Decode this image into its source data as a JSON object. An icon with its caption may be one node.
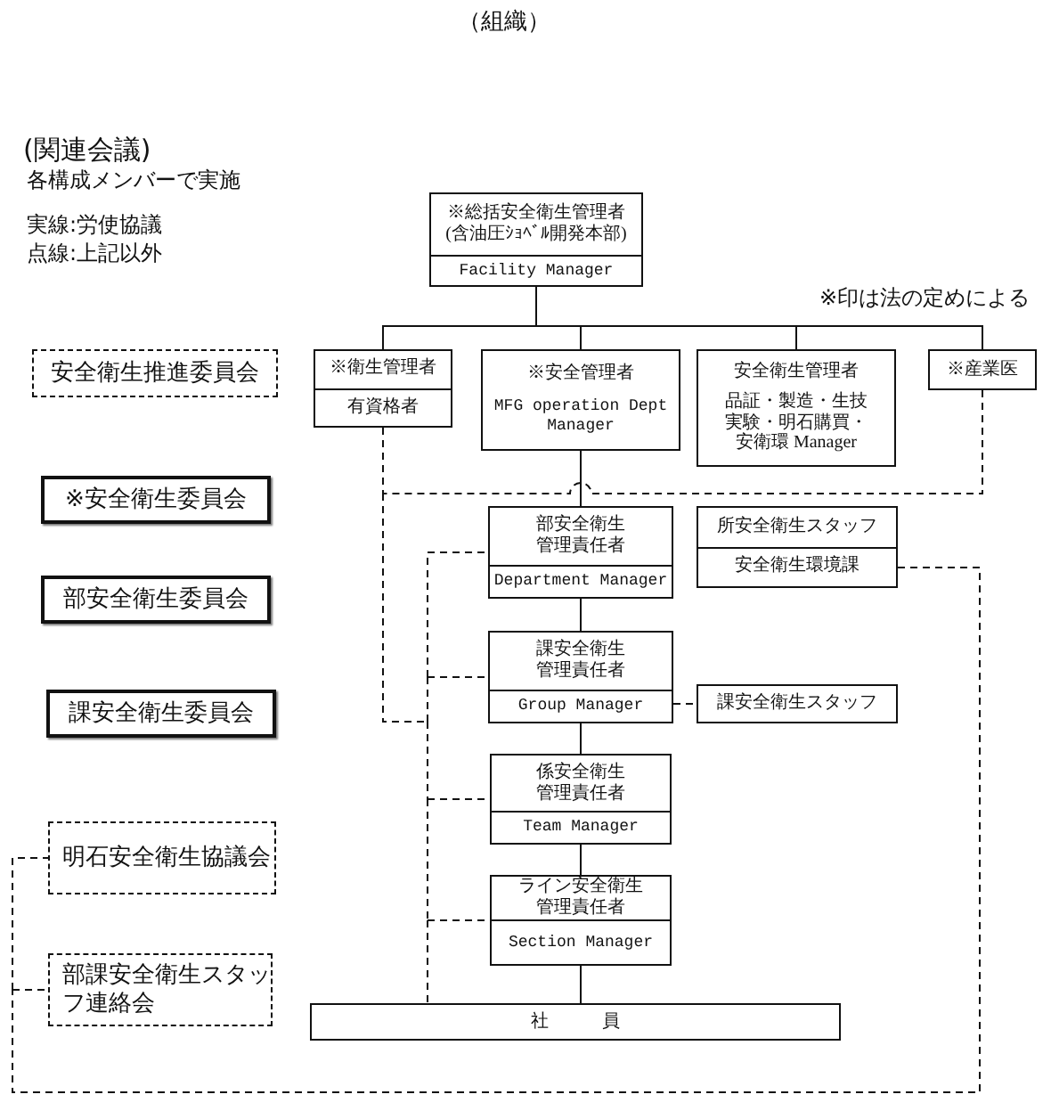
{
  "diagram": {
    "title": "（組織）",
    "nodes": [
      {
        "text": [
          "※総括安全衛生管理者",
          "(含油圧ｼｮﾍﾞﾙ開発本部)",
          "Facility Manager"
        ]
      },
      {
        "text": [
          "安全衛生推進委員会"
        ]
      },
      {
        "text": [
          "※衛生管理者",
          "有資格者"
        ]
      },
      {
        "text": [
          "※安全管理者",
          "MFG operation Dept Manager"
        ]
      },
      {
        "text": [
          "安全衛生管理者",
          "品証・製造・生技実験・明石購買・安衛環 Manager"
        ]
      },
      {
        "text": [
          "※産業医"
        ]
      },
      {
        "text": [
          "※安全衛生委員会"
        ]
      },
      {
        "text": [
          "部安全衛生管理責任者",
          "Department Manager"
        ]
      },
      {
        "text": [
          "所安全衛生スタッフ",
          "安全衛生環境課"
        ]
      },
      {
        "text": [
          "部安全衛生委員会"
        ]
      },
      {
        "text": [
          "課安全衛生管理責任者",
          "Group Manager"
        ]
      },
      {
        "text": [
          "課安全衛生スタッフ"
        ]
      },
      {
        "text": [
          "課安全衛生委員会"
        ]
      },
      {
        "text": [
          "係安全衛生管理責任者",
          "Team Manager"
        ]
      },
      {
        "text": [
          "明石安全衛生協議会"
        ]
      },
      {
        "text": [
          "ライン安全衛生管理責任者",
          "Section Manager"
        ]
      },
      {
        "text": [
          "部課安全衛生スタッフ連絡会"
        ]
      },
      {
        "text": [
          "社　　　員"
        ]
      }
    ],
    "edges": [
      {
        "from": 0,
        "to": 2,
        "arrow": "none"
      },
      {
        "from": 0,
        "to": 3,
        "arrow": "none"
      },
      {
        "from": 0,
        "to": 4,
        "arrow": "none"
      },
      {
        "from": 0,
        "to": 5,
        "arrow": "none"
      },
      {
        "from": 3,
        "to": 7,
        "arrow": "none"
      },
      {
        "from": 7,
        "to": 10,
        "arrow": "none"
      },
      {
        "from": 10,
        "to": 13,
        "arrow": "none"
      },
      {
        "from": 13,
        "to": 15,
        "arrow": "none"
      },
      {
        "from": 15,
        "to": 17,
        "arrow": "none"
      },
      {
        "from": 2,
        "to": 7,
        "arrow": "none",
        "style": "dashed"
      },
      {
        "from": 2,
        "to": 10,
        "arrow": "none",
        "style": "dashed"
      },
      {
        "from": 2,
        "to": 13,
        "arrow": "none",
        "style": "dashed"
      },
      {
        "from": 2,
        "to": 15,
        "arrow": "none",
        "style": "dashed"
      },
      {
        "from": 2,
        "to": 17,
        "arrow": "none",
        "style": "dashed"
      },
      {
        "from": 5,
        "to": 7,
        "arrow": "none",
        "style": "dashed"
      },
      {
        "from": 5,
        "to": 10,
        "arrow": "none",
        "style": "dashed"
      },
      {
        "from": 5,
        "to": 13,
        "arrow": "none",
        "style": "dashed"
      },
      {
        "from": 5,
        "to": 15,
        "arrow": "none",
        "style": "dashed"
      },
      {
        "from": 5,
        "to": 17,
        "arrow": "none",
        "style": "dashed"
      },
      {
        "from": 10,
        "to": 11,
        "arrow": "none",
        "style": "dashed"
      },
      {
        "from": 8,
        "to": 14,
        "arrow": "none",
        "style": "dashed"
      },
      {
        "from": 8,
        "to": 16,
        "arrow": "none",
        "style": "dashed"
      }
    ],
    "labels": [
      "(関連会議)",
      "各構成メンバーで実施",
      "実線:労使協議",
      "点線:上記以外",
      "※印は法の定めによる"
    ]
  }
}
